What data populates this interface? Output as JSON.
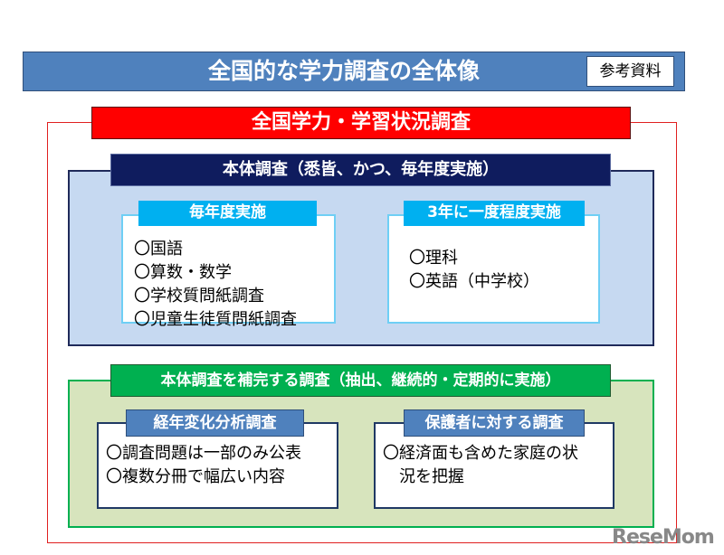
{
  "title": "全国的な学力調査の全体像",
  "reference_label": "参考資料",
  "survey_title": "全国学力・学習状況調査",
  "main_survey": {
    "header": "本体調査（悉皆、かつ、毎年度実施）",
    "annual": {
      "header": "毎年度実施",
      "items": [
        "〇国語",
        "〇算数・数学",
        "〇学校質問紙調査",
        "〇児童生徒質問紙調査"
      ]
    },
    "triennial": {
      "header": "3年に一度程度実施",
      "items": [
        "〇理科",
        "〇英語（中学校）"
      ]
    }
  },
  "supplementary_survey": {
    "header": "本体調査を補完する調査（抽出、継続的・定期的に実施）",
    "trend": {
      "header": "経年変化分析調査",
      "items": [
        "〇調査問題は一部のみ公表",
        "〇複数分冊で幅広い内容"
      ]
    },
    "guardian": {
      "header": "保護者に対する調査",
      "items": [
        "〇経済面も含めた家庭の状",
        "　況を把握"
      ]
    }
  },
  "watermark": "ReseMom"
}
